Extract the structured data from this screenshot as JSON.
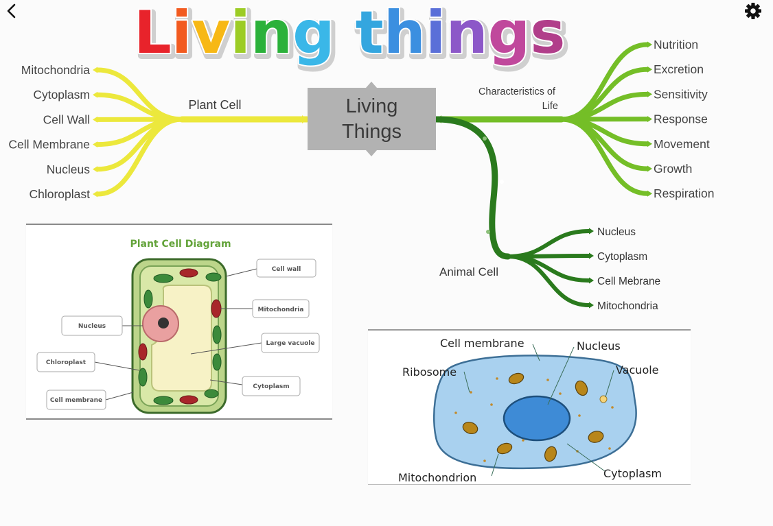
{
  "title": {
    "text": "Living things",
    "letter_colors": [
      "#e8232b",
      "#f25a1f",
      "#f7b815",
      "#9ccc25",
      "#2bb13a",
      "#3ab7e8",
      "#34a6df",
      "#3b8fe0",
      "#5a6fd8",
      "#8c58c8",
      "#c0489c",
      "#b13e8a",
      "#9e3a94"
    ]
  },
  "toolbar": {
    "back_icon": "chevron-left-icon",
    "settings_icon": "gear-icon"
  },
  "central_node": {
    "line1": "Living",
    "line2": "Things",
    "color": "#b2b2b2"
  },
  "branches": {
    "plant_cell": {
      "label": "Plant Cell",
      "color": "#ece83c",
      "items": [
        "Mitochondria",
        "Cytoplasm",
        "Cell Wall",
        "Cell Membrane",
        "Nucleus",
        "Chloroplast"
      ]
    },
    "characteristics": {
      "label_line1": "Characteristics of",
      "label_line2": "Life",
      "color": "#74be27",
      "items": [
        "Nutrition",
        "Excretion",
        "Sensitivity",
        "Response",
        "Movement",
        "Growth",
        "Respiration"
      ]
    },
    "animal_cell": {
      "label": "Animal Cell",
      "color": "#2a7a1d",
      "items": [
        "Nucleus",
        "Cytoplasm",
        "Cell Mebrane",
        "Mitochondria"
      ]
    }
  },
  "plant_diagram": {
    "title": "Plant Cell Diagram",
    "labels": {
      "cell_wall": "Cell wall",
      "mitochondria": "Mitochondria",
      "nucleus": "Nucleus",
      "large_vacuole": "Large vacuole",
      "chloroplast": "Chloroplast",
      "cytoplasm": "Cytoplasm",
      "cell_membrane": "Cell membrane"
    }
  },
  "animal_diagram": {
    "labels": {
      "cell_membrane": "Cell membrane",
      "nucleus": "Nucleus",
      "ribosome": "Ribosome",
      "vacuole": "Vacuole",
      "mitochondrion": "Mitochondrion",
      "cytoplasm": "Cytoplasm"
    }
  }
}
